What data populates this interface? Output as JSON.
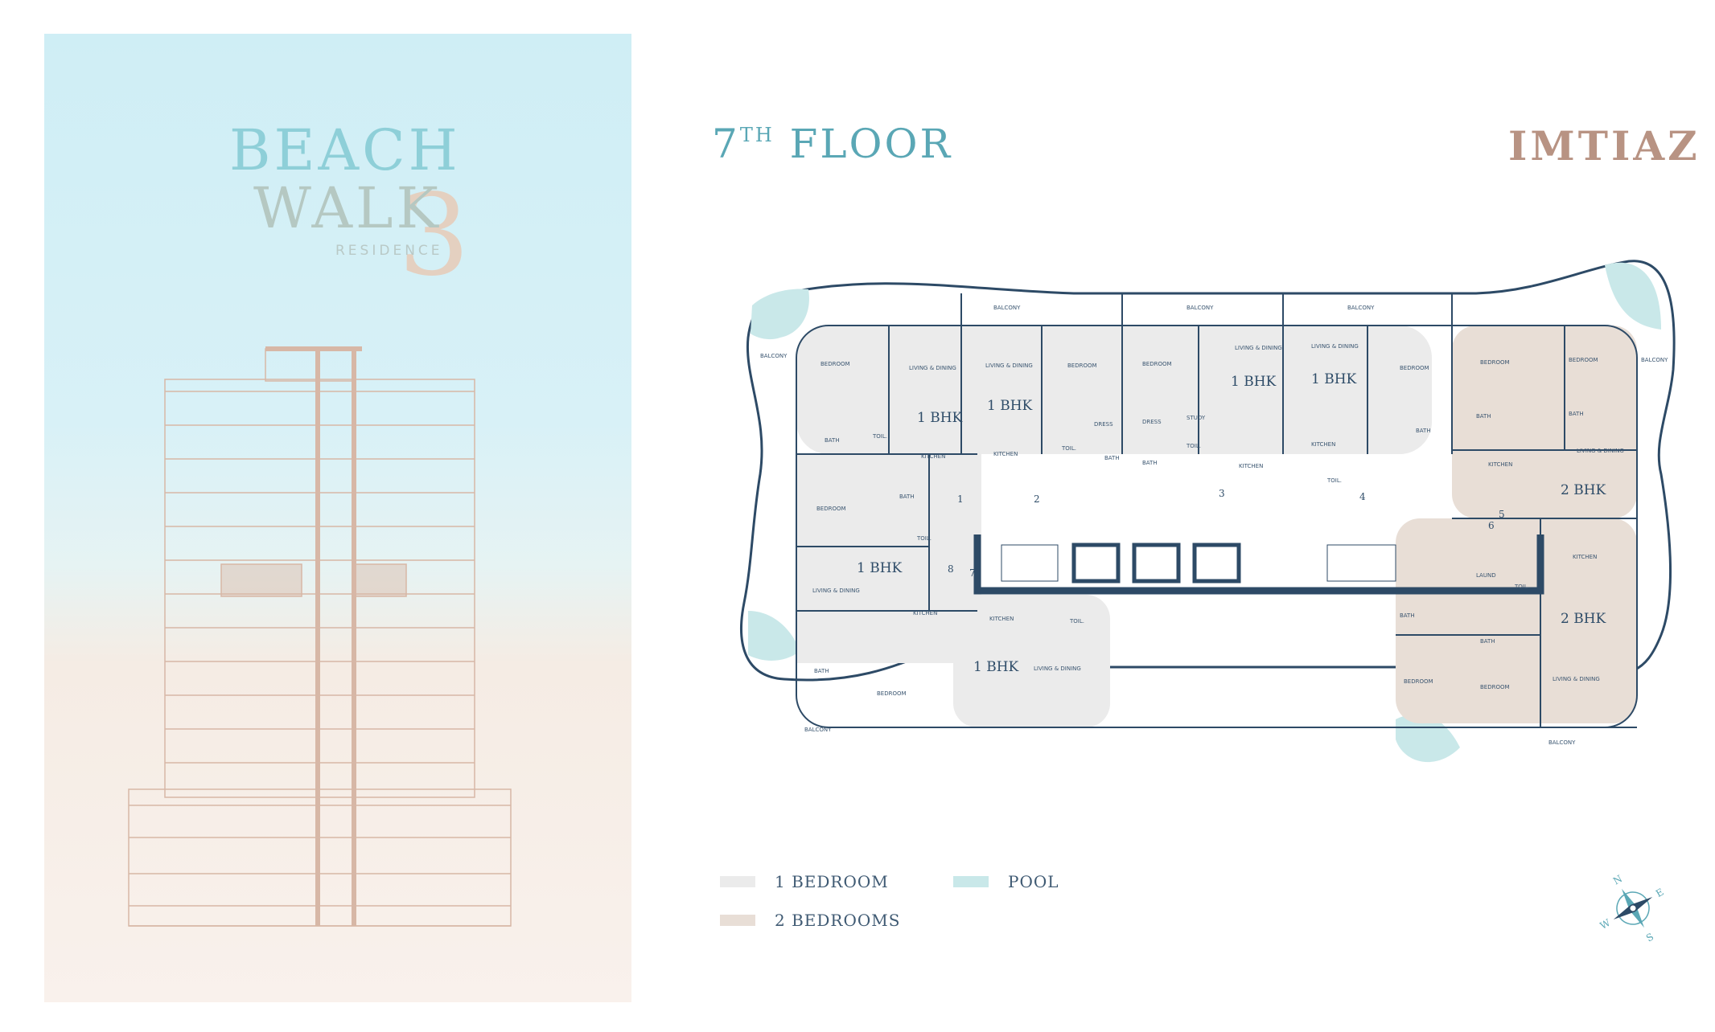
{
  "logo": {
    "line1": "BEACH",
    "line2": "WALK",
    "number": "3",
    "subtitle": "RESIDENCE"
  },
  "title": {
    "prefix": "7",
    "sup": "TH",
    "word": "FLOOR"
  },
  "brand": "IMTIAZ",
  "legend": [
    {
      "label": "1 BEDROOM",
      "color": "#ebebeb"
    },
    {
      "label": "2 BEDROOMS",
      "color": "#e8ded6"
    },
    {
      "label": "POOL",
      "color": "#c9e8e9"
    }
  ],
  "compass": {
    "n": "N",
    "e": "E",
    "s": "S",
    "w": "W"
  },
  "colors": {
    "wall": "#2d4a66",
    "one_bed": "#ebebeb",
    "two_bed": "#e8ded6",
    "pool": "#c9e8e9",
    "accent": "#5aa7b5",
    "brand": "#b89383"
  },
  "plan": {
    "units": [
      {
        "label": "1 BHK"
      },
      {
        "label": "1 BHK"
      },
      {
        "label": "1 BHK"
      },
      {
        "label": "1 BHK"
      },
      {
        "label": "1 BHK"
      },
      {
        "label": "1 BHK"
      },
      {
        "label": "2 BHK"
      },
      {
        "label": "2 BHK"
      }
    ],
    "rooms": {
      "bedroom": "BEDROOM",
      "living": "LIVING & DINING",
      "kitchen": "KITCHEN",
      "bath": "BATH",
      "toil": "TOIL.",
      "dress": "DRESS",
      "study": "STUDY",
      "laund": "LAUND",
      "balcony": "BALCONY"
    },
    "door_numbers": [
      "1",
      "2",
      "3",
      "4",
      "5",
      "6",
      "7",
      "8"
    ]
  }
}
